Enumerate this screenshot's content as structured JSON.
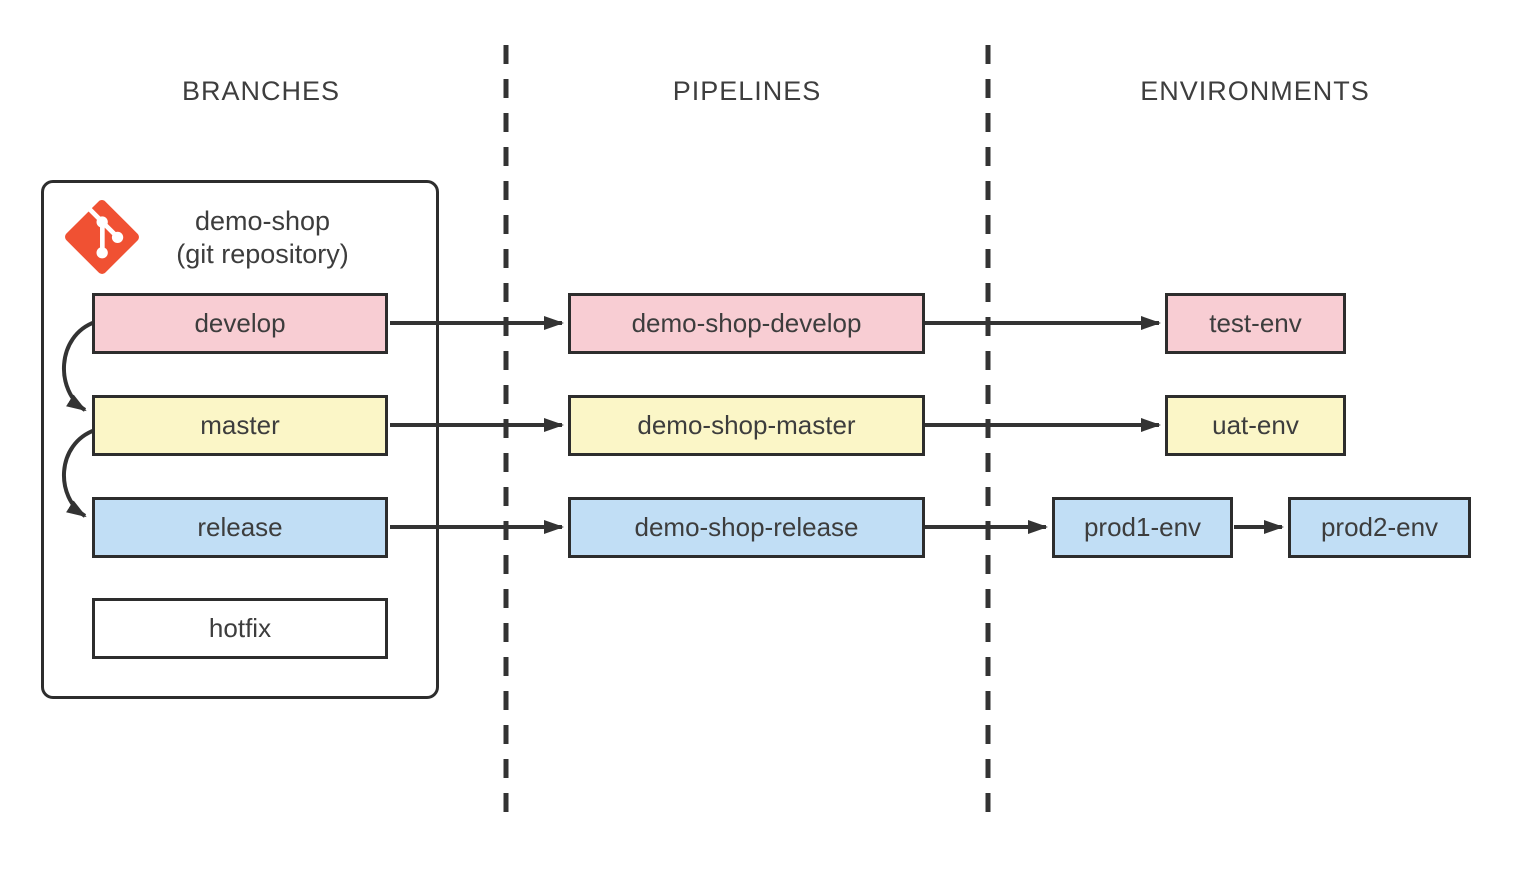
{
  "columns": [
    {
      "label": "BRANCHES"
    },
    {
      "label": "PIPELINES"
    },
    {
      "label": "ENVIRONMENTS"
    }
  ],
  "repository": {
    "name": "demo-shop",
    "subtitle": "(git repository)",
    "icon": "git-logo-icon",
    "branches": [
      {
        "label": "develop",
        "color": "#f8cdd3"
      },
      {
        "label": "master",
        "color": "#fbf6c7"
      },
      {
        "label": "release",
        "color": "#c1def5"
      },
      {
        "label": "hotfix",
        "color": "#ffffff"
      }
    ]
  },
  "pipelines": [
    {
      "label": "demo-shop-develop",
      "color": "#f8cdd3"
    },
    {
      "label": "demo-shop-master",
      "color": "#fbf6c7"
    },
    {
      "label": "demo-shop-release",
      "color": "#c1def5"
    }
  ],
  "environments": [
    {
      "label": "test-env",
      "color": "#f8cdd3"
    },
    {
      "label": "uat-env",
      "color": "#fbf6c7"
    },
    {
      "label": "prod1-env",
      "color": "#c1def5"
    },
    {
      "label": "prod2-env",
      "color": "#c1def5"
    }
  ],
  "connections": [
    "develop -> demo-shop-develop",
    "master -> demo-shop-master",
    "release -> demo-shop-release",
    "demo-shop-develop -> test-env",
    "demo-shop-master -> uat-env",
    "demo-shop-release -> prod1-env",
    "prod1-env -> prod2-env",
    "develop ~> master (merge)",
    "master ~> release (merge)"
  ],
  "colors": {
    "line": "#333333",
    "border": "#2d2d2d",
    "text": "#3d3d3d",
    "git_logo": "#f05133",
    "background": "#ffffff"
  }
}
